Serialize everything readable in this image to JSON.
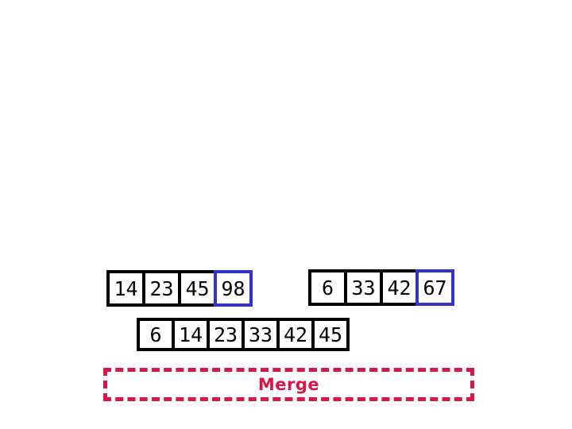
{
  "slide": {
    "background_color": "#ffffff"
  },
  "colors": {
    "cell_border": "#000000",
    "highlight_border": "#3333CC",
    "accent": "#D9164A"
  },
  "left_array": {
    "cells": [
      "14",
      "23",
      "45",
      "98"
    ],
    "highlight_value": "98"
  },
  "right_array": {
    "cells": [
      "6",
      "33",
      "42",
      "67"
    ],
    "highlight_value": "67"
  },
  "merged_array": {
    "cells": [
      "6",
      "14",
      "23",
      "33",
      "42",
      "45"
    ]
  },
  "merge_box": {
    "label": "Merge"
  }
}
